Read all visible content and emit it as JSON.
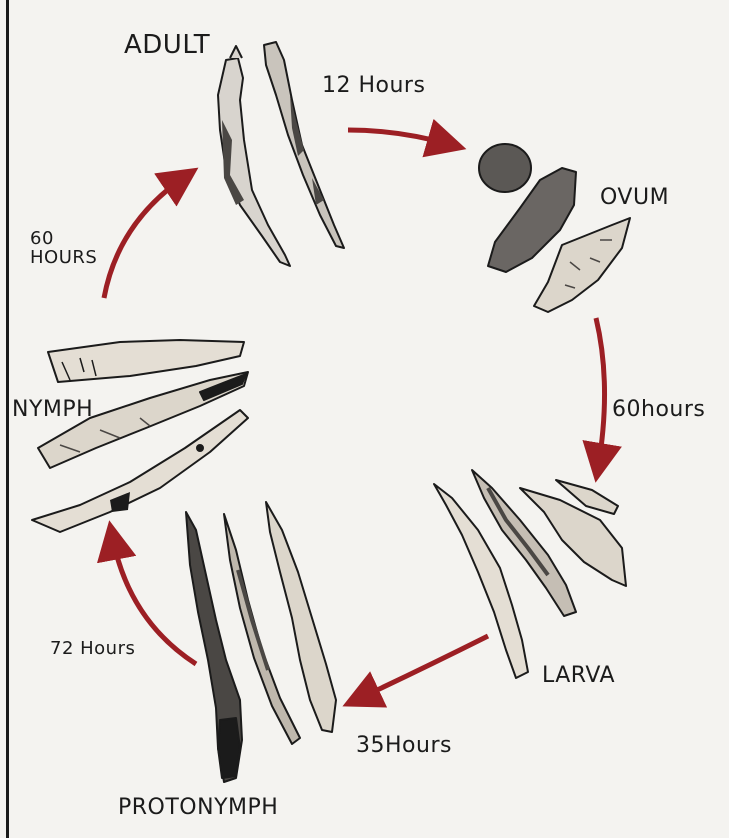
{
  "colors": {
    "paper": "#f4f3f0",
    "ink": "#1b1b1b",
    "arrow": "#9c1f24",
    "shade_dark": "#4a4744",
    "shade_mid": "#8d8a86",
    "shade_light": "#d3cec6"
  },
  "stages": {
    "adult": "ADULT",
    "ovum": "OVUM",
    "larva": "LARVA",
    "protonymph": "PROTONYMPH",
    "nymph": "NYMPH"
  },
  "durations": {
    "adult_to_ovum": "12 Hours",
    "ovum_to_larva": "60hours",
    "larva_to_protonymph": "35Hours",
    "protonymph_to_nymph": "72 Hours",
    "nymph_to_adult": "60\nHOURS"
  }
}
